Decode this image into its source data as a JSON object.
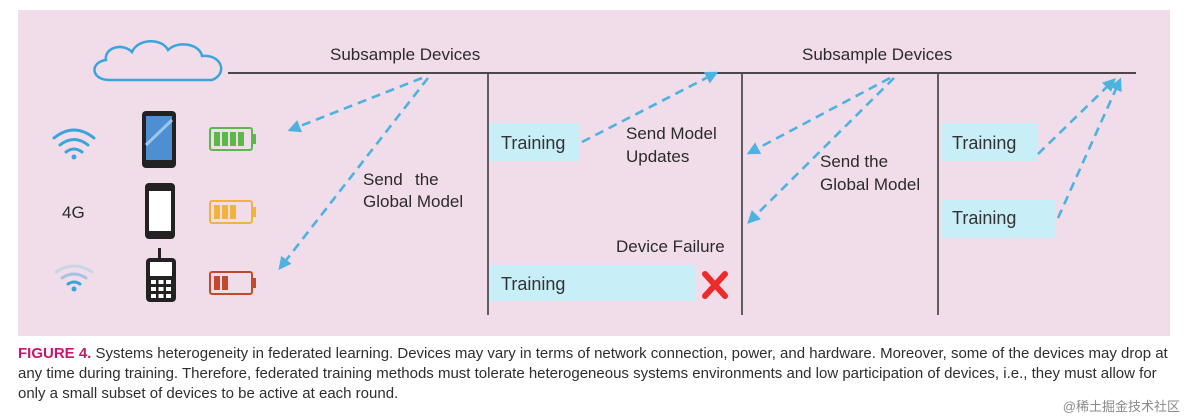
{
  "diagram": {
    "labels": {
      "subsample_1": "Subsample Devices",
      "subsample_2": "Subsample Devices",
      "send_global_1": [
        "Send",
        "the",
        "Global Model"
      ],
      "send_updates": [
        "Send Model",
        "Updates"
      ],
      "send_global_2": [
        "Send the",
        "Global Model"
      ],
      "device_failure": "Device Failure",
      "network_4g": "4G"
    },
    "training_boxes": [
      "Training",
      "Training",
      "Training",
      "Training"
    ],
    "icons": [
      "cloud-icon",
      "wifi-icon",
      "smartphone-icon",
      "phone-outline-icon",
      "feature-phone-icon",
      "battery-full-icon",
      "battery-medium-icon",
      "battery-low-icon",
      "weak-signal-icon",
      "failure-x-icon"
    ],
    "colors": {
      "panel_bg": "#f1dcea",
      "arrow": "#4cb3e0",
      "box": "#c8eef8",
      "battery_full": "#5cb84a",
      "battery_medium": "#f2b33d",
      "battery_low": "#c24a2a",
      "failure": "#ee2b2b",
      "caption_label": "#c6176e"
    }
  },
  "caption": {
    "label": "FIGURE 4.",
    "text": " Systems heterogeneity in federated learning. Devices may vary in terms of network connection, power, and hardware. Moreover, some of the devices may drop at any time during training. Therefore, federated training methods must tolerate heterogeneous systems environments and low participation of devices, i.e., they must allow for only a small subset of devices to be active at each round."
  },
  "watermark": "@稀土掘金技术社区"
}
